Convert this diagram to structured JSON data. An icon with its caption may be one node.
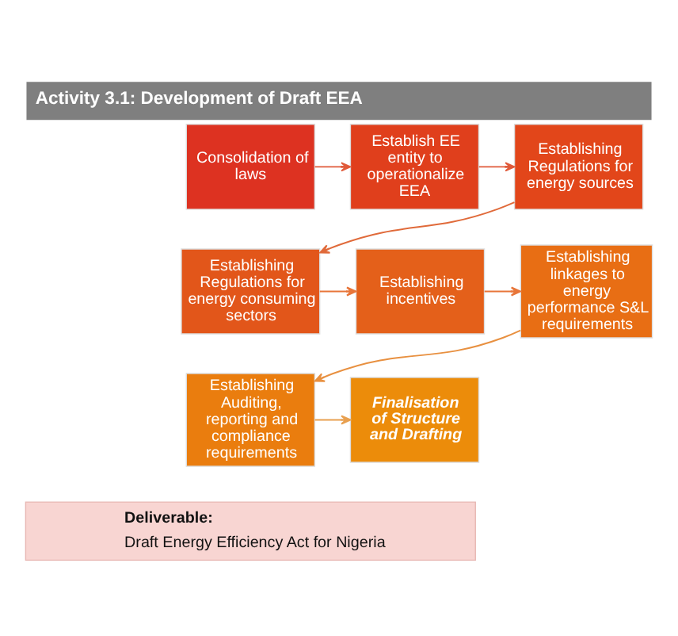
{
  "diagram": {
    "title": "Activity 3.1: Development of Draft EEA",
    "nodes": [
      {
        "text": [
          "Consolidation of laws"
        ]
      },
      {
        "text": [
          "Establish EE entity to operationalize EEA"
        ]
      },
      {
        "text": [
          "Establishing Regulations for energy sources"
        ]
      },
      {
        "text": [
          "Establishing Regulations for energy consuming sectors"
        ]
      },
      {
        "text": [
          "Establishing incentives"
        ]
      },
      {
        "text": [
          "Establishing linkages to energy performance S&L requirements"
        ]
      },
      {
        "text": [
          "Establishing Auditing, reporting and compliance requirements"
        ]
      },
      {
        "text": [
          "Finalisation of Structure and Drafting"
        ]
      },
      {
        "text": [
          "Deliverable:",
          "Draft Energy Efficiency Act for Nigeria"
        ]
      }
    ],
    "edges": [
      {
        "from": 0,
        "to": 1,
        "arrow": "to"
      },
      {
        "from": 1,
        "to": 2,
        "arrow": "to"
      },
      {
        "from": 2,
        "to": 3,
        "arrow": "to"
      },
      {
        "from": 3,
        "to": 4,
        "arrow": "to"
      },
      {
        "from": 4,
        "to": 5,
        "arrow": "to"
      },
      {
        "from": 5,
        "to": 6,
        "arrow": "to"
      },
      {
        "from": 6,
        "to": 7,
        "arrow": "to"
      }
    ]
  }
}
